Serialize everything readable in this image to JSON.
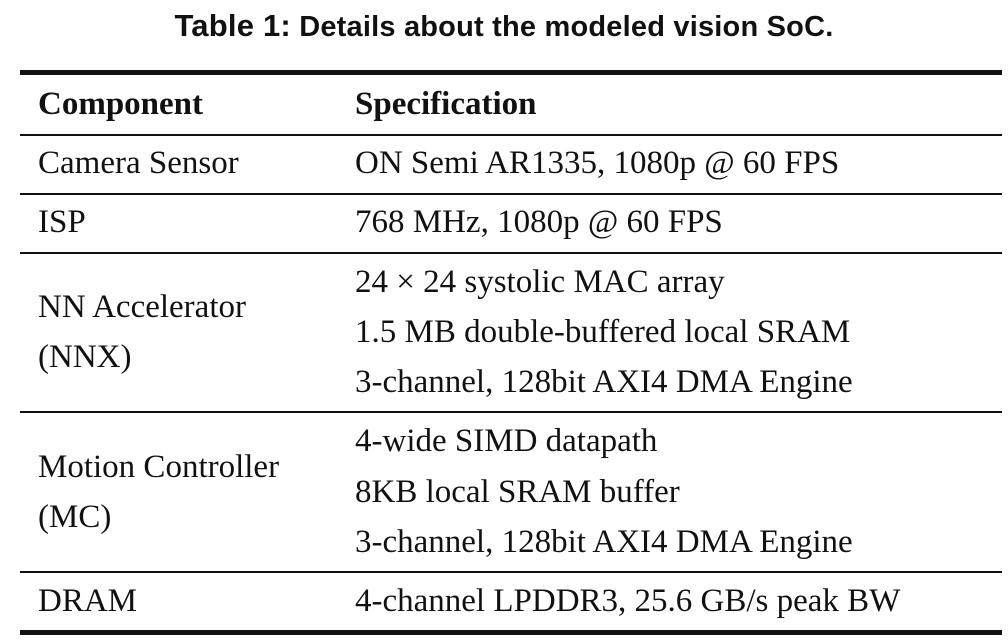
{
  "caption": {
    "label": "Table 1:",
    "text": "Details about the modeled vision SoC."
  },
  "table": {
    "headers": [
      "Component",
      "Specification"
    ],
    "rows": [
      {
        "component": [
          "Camera Sensor"
        ],
        "specification": [
          "ON Semi AR1335, 1080p @ 60 FPS"
        ]
      },
      {
        "component": [
          "ISP"
        ],
        "specification": [
          "768 MHz, 1080p @ 60 FPS"
        ]
      },
      {
        "component": [
          "NN Accelerator",
          "(NNX)"
        ],
        "specification": [
          "24 × 24 systolic MAC array",
          "1.5 MB double-buffered local SRAM",
          "3-channel, 128bit AXI4 DMA Engine"
        ]
      },
      {
        "component": [
          "Motion Controller",
          "(MC)"
        ],
        "specification": [
          "4-wide SIMD datapath",
          "8KB local SRAM buffer",
          "3-channel, 128bit AXI4 DMA Engine"
        ]
      },
      {
        "component": [
          "DRAM"
        ],
        "specification": [
          "4-channel LPDDR3, 25.6 GB/s peak BW"
        ]
      }
    ]
  }
}
